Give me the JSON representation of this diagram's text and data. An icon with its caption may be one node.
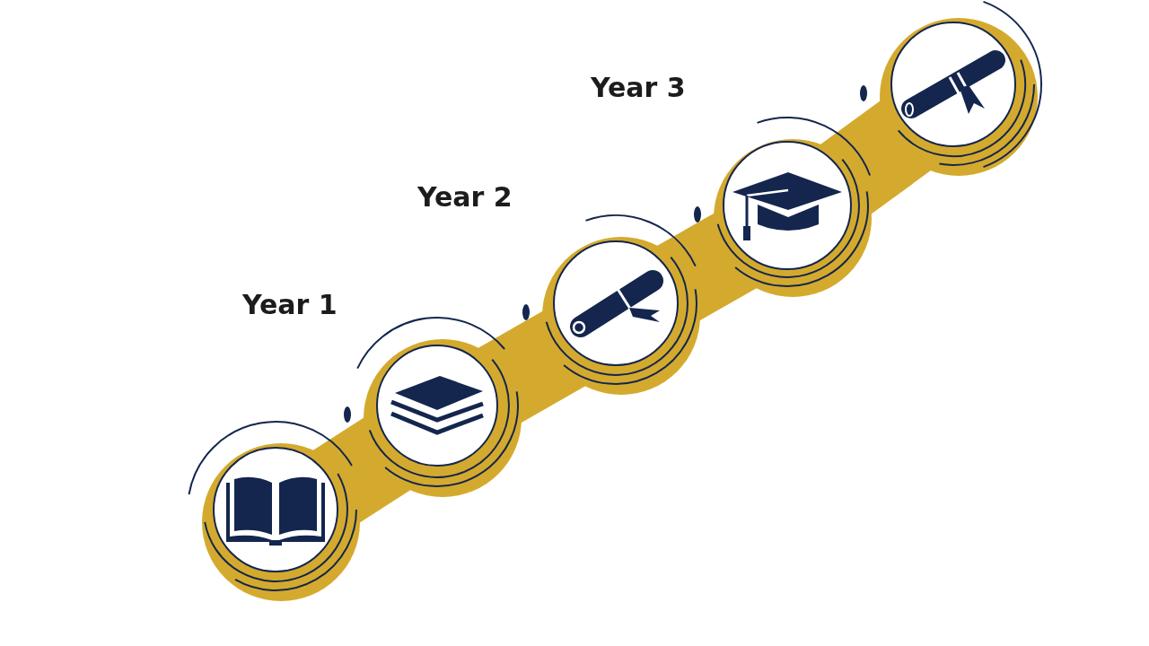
{
  "diagram": {
    "nodes": [
      {
        "text": [],
        "shape": "circle"
      },
      {
        "text": [],
        "shape": "circle",
        "beside": [
          "Year 1"
        ]
      },
      {
        "text": [],
        "shape": "circle",
        "beside": [
          "Year 2"
        ]
      },
      {
        "text": [],
        "shape": "circle",
        "beside": [
          "Year 3"
        ]
      },
      {
        "text": [],
        "shape": "circle"
      }
    ]
  }
}
